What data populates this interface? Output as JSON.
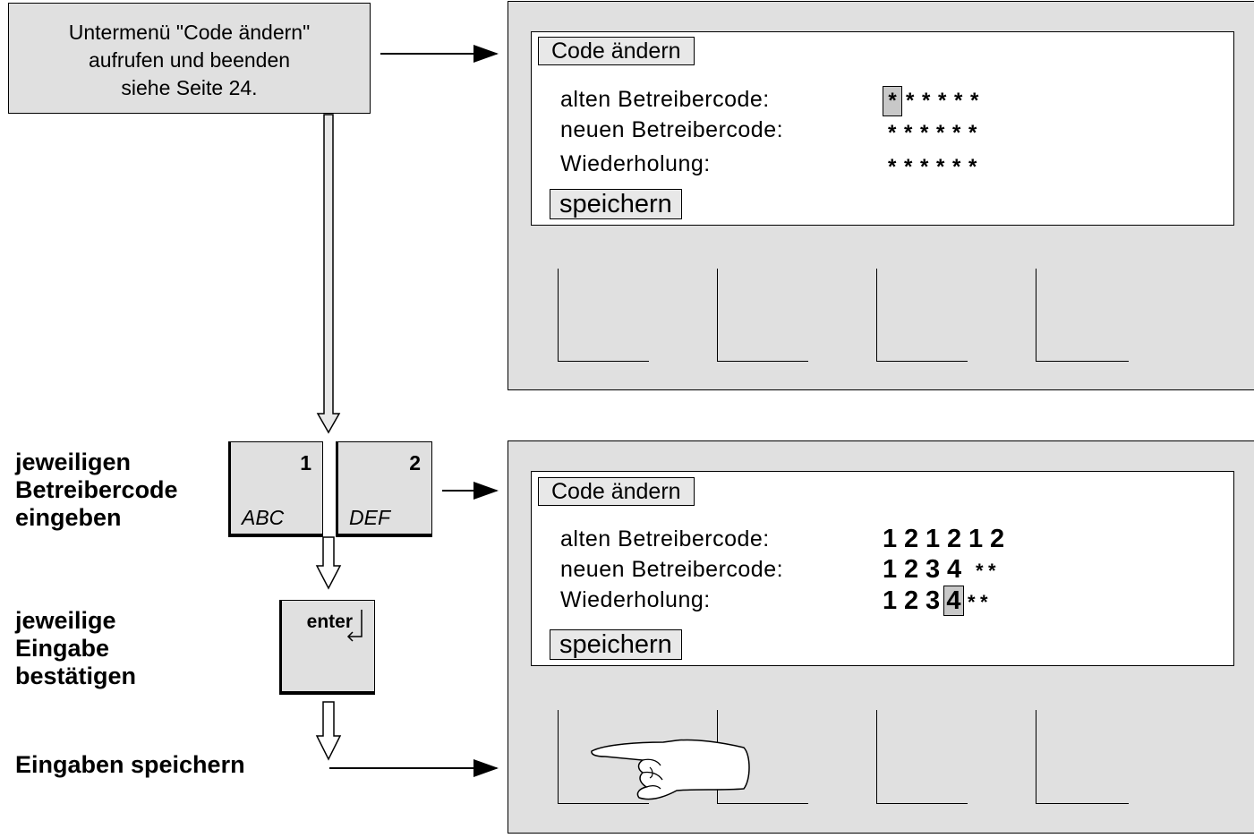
{
  "note": {
    "line1": "Untermenü \"Code ändern\"",
    "line2": "aufrufen und beenden",
    "line3": "siehe Seite 24."
  },
  "screen1": {
    "title": "Code ändern",
    "labels": [
      "alten Betreibercode:",
      "neuen Betreibercode:",
      "Wiederholung:"
    ],
    "old_code": [
      "*",
      "*",
      "*",
      "*",
      "*",
      "*"
    ],
    "new_code": [
      "*",
      "*",
      "*",
      "*",
      "*",
      "*"
    ],
    "repeat_code": [
      "*",
      "*",
      "*",
      "*",
      "*",
      "*"
    ],
    "save": "speichern"
  },
  "screen2": {
    "title": "Code ändern",
    "labels": [
      "alten Betreibercode:",
      "neuen Betreibercode:",
      "Wiederholung:"
    ],
    "old_code": [
      "1",
      "2",
      "1",
      "2",
      "1",
      "2"
    ],
    "new_code": [
      "1",
      "2",
      "3",
      "4",
      "*",
      "*"
    ],
    "repeat_code": [
      "1",
      "2",
      "3",
      "4",
      "*",
      "*"
    ],
    "save": "speichern"
  },
  "steps": {
    "enter_code": [
      "jeweiligen",
      "Betreibercode",
      "eingeben"
    ],
    "confirm": [
      "jeweilige",
      "Eingabe",
      "bestätigen"
    ],
    "save": "Eingaben speichern"
  },
  "keys": {
    "key1": {
      "num": "1",
      "letters": "ABC"
    },
    "key2": {
      "num": "2",
      "letters": "DEF"
    },
    "enter": "enter"
  },
  "colors": {
    "panel": "#e0e0e0",
    "highlight": "#c8c8c8"
  }
}
